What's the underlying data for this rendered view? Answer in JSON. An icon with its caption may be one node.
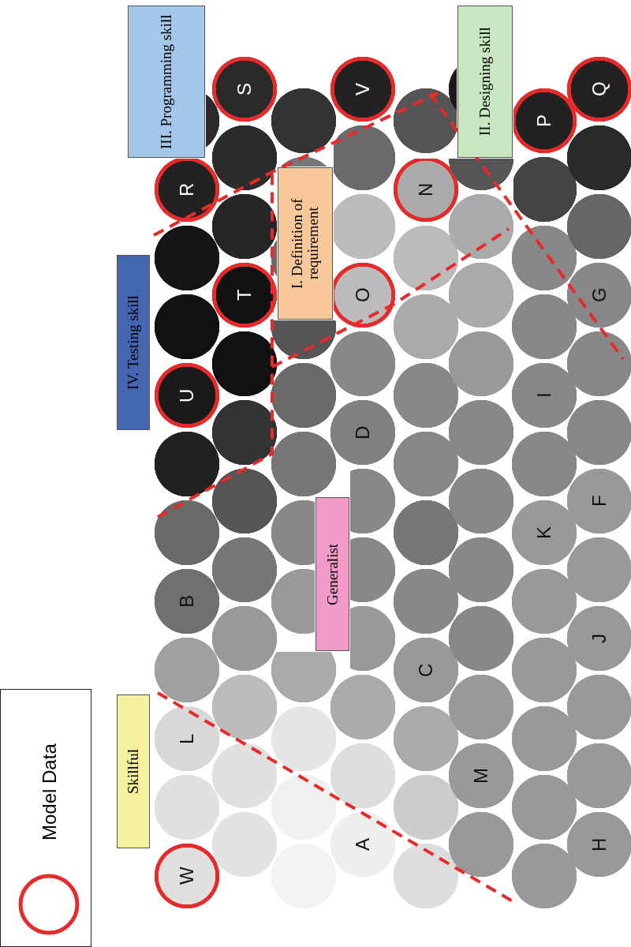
{
  "diagram": {
    "nodes": [
      {
        "text": [],
        "shape": "circle"
      },
      {
        "text": [
          "R"
        ]
      },
      {
        "text": [],
        "shape": "circle"
      },
      {
        "text": [],
        "shape": "circle"
      },
      {
        "text": [
          "U"
        ]
      },
      {
        "text": [],
        "shape": "circle"
      },
      {
        "text": [],
        "shape": "circle"
      },
      {
        "text": [
          "B"
        ]
      },
      {
        "text": [],
        "shape": "circle"
      },
      {
        "text": [
          "L"
        ]
      },
      {
        "text": [],
        "shape": "circle"
      },
      {
        "text": [
          "W"
        ]
      },
      {
        "text": [
          "S"
        ]
      },
      {
        "text": [],
        "shape": "circle"
      },
      {
        "text": [],
        "shape": "circle"
      },
      {
        "text": [
          "T"
        ]
      },
      {
        "text": [],
        "shape": "circle"
      },
      {
        "text": [],
        "shape": "circle"
      },
      {
        "text": [],
        "shape": "circle"
      },
      {
        "text": [],
        "shape": "circle"
      },
      {
        "text": [],
        "shape": "circle"
      },
      {
        "text": [],
        "shape": "circle"
      },
      {
        "text": [],
        "shape": "circle"
      },
      {
        "text": [],
        "shape": "circle"
      },
      {
        "text": [],
        "shape": "circle"
      },
      {
        "text": [],
        "shape": "circle"
      },
      {
        "text": [],
        "shape": "circle"
      },
      {
        "text": [],
        "shape": "circle"
      },
      {
        "text": [],
        "shape": "circle"
      },
      {
        "text": [],
        "shape": "circle"
      },
      {
        "text": [],
        "shape": "circle"
      },
      {
        "text": [],
        "shape": "circle"
      },
      {
        "text": [],
        "shape": "circle"
      },
      {
        "text": [],
        "shape": "circle"
      },
      {
        "text": [],
        "shape": "circle"
      },
      {
        "text": [],
        "shape": "circle"
      },
      {
        "text": [
          "V"
        ]
      },
      {
        "text": [],
        "shape": "circle"
      },
      {
        "text": [],
        "shape": "circle"
      },
      {
        "text": [
          "O"
        ]
      },
      {
        "text": [],
        "shape": "circle"
      },
      {
        "text": [
          "D"
        ]
      },
      {
        "text": [],
        "shape": "circle"
      },
      {
        "text": [],
        "shape": "circle"
      },
      {
        "text": [],
        "shape": "circle"
      },
      {
        "text": [],
        "shape": "circle"
      },
      {
        "text": [],
        "shape": "circle"
      },
      {
        "text": [
          "A"
        ]
      },
      {
        "text": [],
        "shape": "circle"
      },
      {
        "text": [
          "N"
        ]
      },
      {
        "text": [],
        "shape": "circle"
      },
      {
        "text": [],
        "shape": "circle"
      },
      {
        "text": [],
        "shape": "circle"
      },
      {
        "text": [],
        "shape": "circle"
      },
      {
        "text": [],
        "shape": "circle"
      },
      {
        "text": [],
        "shape": "circle"
      },
      {
        "text": [
          "C"
        ]
      },
      {
        "text": [],
        "shape": "circle"
      },
      {
        "text": [],
        "shape": "circle"
      },
      {
        "text": [],
        "shape": "circle"
      },
      {
        "text": [],
        "shape": "circle"
      },
      {
        "text": [],
        "shape": "circle"
      },
      {
        "text": [],
        "shape": "circle"
      },
      {
        "text": [],
        "shape": "circle"
      },
      {
        "text": [],
        "shape": "circle"
      },
      {
        "text": [],
        "shape": "circle"
      },
      {
        "text": [],
        "shape": "circle"
      },
      {
        "text": [],
        "shape": "circle"
      },
      {
        "text": [],
        "shape": "circle"
      },
      {
        "text": [],
        "shape": "circle"
      },
      {
        "text": [
          "M"
        ]
      },
      {
        "text": [],
        "shape": "circle"
      },
      {
        "text": [
          "P"
        ]
      },
      {
        "text": [],
        "shape": "circle"
      },
      {
        "text": [],
        "shape": "circle"
      },
      {
        "text": [],
        "shape": "circle"
      },
      {
        "text": [
          "I"
        ]
      },
      {
        "text": [],
        "shape": "circle"
      },
      {
        "text": [
          "K"
        ]
      },
      {
        "text": [],
        "shape": "circle"
      },
      {
        "text": [],
        "shape": "circle"
      },
      {
        "text": [],
        "shape": "circle"
      },
      {
        "text": [],
        "shape": "circle"
      },
      {
        "text": [],
        "shape": "circle"
      },
      {
        "text": [
          "Q"
        ]
      },
      {
        "text": [],
        "shape": "circle"
      },
      {
        "text": [],
        "shape": "circle"
      },
      {
        "text": [
          "G"
        ]
      },
      {
        "text": [],
        "shape": "circle"
      },
      {
        "text": [],
        "shape": "circle"
      },
      {
        "text": [
          "F"
        ]
      },
      {
        "text": [],
        "shape": "circle"
      },
      {
        "text": [
          "J"
        ]
      },
      {
        "text": [],
        "shape": "circle"
      },
      {
        "text": [],
        "shape": "circle"
      },
      {
        "text": [
          "H"
        ]
      },
      {
        "text": [
          "III. Programming skill"
        ]
      },
      {
        "text": [
          "IV. Testing skill"
        ]
      },
      {
        "text": [
          "Skillful"
        ]
      },
      {
        "text": [
          "I. Definition of requirement"
        ]
      },
      {
        "text": [
          "Generalist"
        ]
      },
      {
        "text": [
          "II. Designing skill"
        ]
      }
    ],
    "legend": [
      {
        "text": "Model Data"
      }
    ]
  }
}
